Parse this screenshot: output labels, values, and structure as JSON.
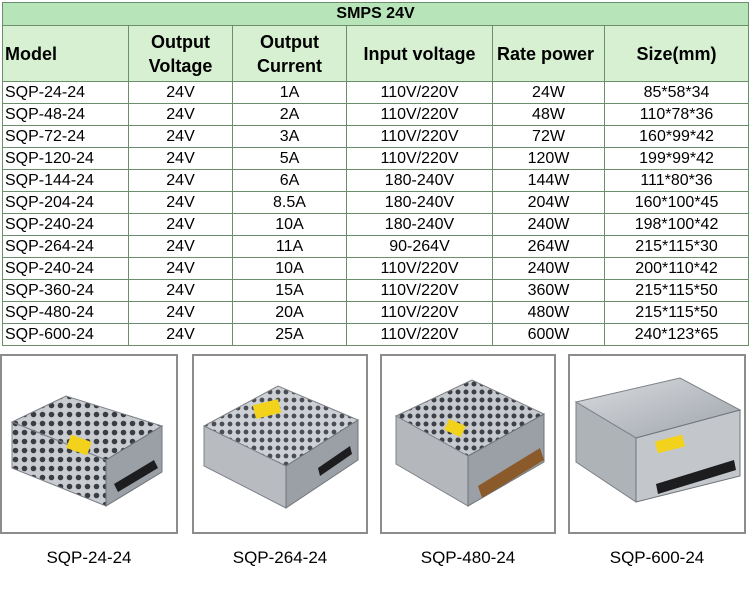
{
  "table": {
    "title": "SMPS 24V",
    "headers": [
      "Model",
      "Output Voltage",
      "Output Current",
      "Input voltage",
      "Rate power",
      "Size(mm)"
    ],
    "header_lines": [
      [
        "Model"
      ],
      [
        "Output",
        "Voltage"
      ],
      [
        "Output",
        "Current"
      ],
      [
        "Input voltage"
      ],
      [
        "Rate power"
      ],
      [
        "Size(mm)"
      ]
    ],
    "rows": [
      [
        "SQP-24-24",
        "24V",
        "1A",
        "110V/220V",
        "24W",
        "85*58*34"
      ],
      [
        "SQP-48-24",
        "24V",
        "2A",
        "110V/220V",
        "48W",
        "110*78*36"
      ],
      [
        "SQP-72-24",
        "24V",
        "3A",
        "110V/220V",
        "72W",
        "160*99*42"
      ],
      [
        "SQP-120-24",
        "24V",
        "5A",
        "110V/220V",
        "120W",
        "199*99*42"
      ],
      [
        "SQP-144-24",
        "24V",
        "6A",
        "180-240V",
        "144W",
        "111*80*36"
      ],
      [
        "SQP-204-24",
        "24V",
        "8.5A",
        "180-240V",
        "204W",
        "160*100*45"
      ],
      [
        "SQP-240-24",
        "24V",
        "10A",
        "180-240V",
        "240W",
        "198*100*42"
      ],
      [
        "SQP-264-24",
        "24V",
        "11A",
        "90-264V",
        "264W",
        "215*115*30"
      ],
      [
        "SQP-240-24",
        "24V",
        "10A",
        "110V/220V",
        "240W",
        "200*110*42"
      ],
      [
        "SQP-360-24",
        "24V",
        "15A",
        "110V/220V",
        "360W",
        "215*115*50"
      ],
      [
        "SQP-480-24",
        "24V",
        "20A",
        "110V/220V",
        "480W",
        "215*115*50"
      ],
      [
        "SQP-600-24",
        "24V",
        "25A",
        "110V/220V",
        "600W",
        "240*123*65"
      ]
    ]
  },
  "gallery": {
    "captions": [
      "SQP-24-24",
      "SQP-264-24",
      "SQP-480-24",
      "SQP-600-24"
    ]
  },
  "colors": {
    "title_bg": "#b7e4b9",
    "header_bg": "#d8f0d2",
    "border": "#6b8f6b",
    "label_yellow": "#f2d21b"
  }
}
